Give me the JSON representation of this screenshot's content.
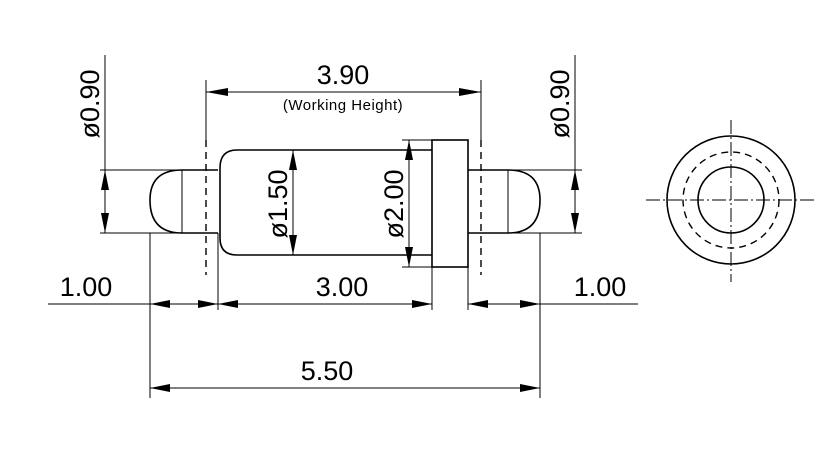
{
  "dimensions": {
    "working_height_value": "3.90",
    "working_height_note": "(Working Height)",
    "left_tip_diameter": "ø0.90",
    "right_tip_diameter": "ø0.90",
    "barrel_diameter": "ø1.50",
    "flange_diameter": "ø2.00",
    "left_tip_length": "1.00",
    "barrel_length": "3.00",
    "right_tip_length": "1.00",
    "overall_length": "5.50"
  }
}
